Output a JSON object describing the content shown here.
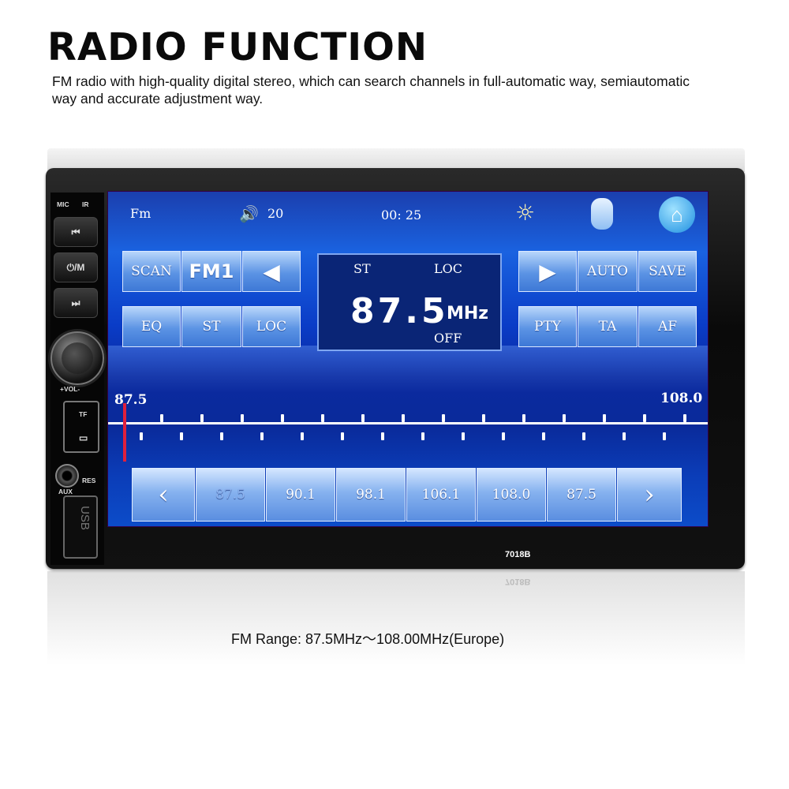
{
  "header": {
    "title": "RADIO FUNCTION",
    "description": "FM radio with high-quality digital stereo, which can search channels in full-automatic way, semiautomatic way and accurate adjustment way."
  },
  "device": {
    "model": "7018B",
    "labels": {
      "mic": "MIC",
      "ir": "IR",
      "vol": "+VOL-",
      "tf": "TF",
      "aux": "AUX",
      "res": "RES",
      "usb": "USB"
    },
    "hw_buttons": {
      "prev": "⏮",
      "power": "⏻/M",
      "next": "⏭"
    }
  },
  "screen": {
    "status_bar": {
      "source": "Fm",
      "volume": "20",
      "time": "00: 25"
    },
    "left_buttons_row1": {
      "scan": "SCAN",
      "band": "FM1"
    },
    "left_buttons_row2": [
      "EQ",
      "ST",
      "LOC"
    ],
    "right_buttons_row1": {
      "auto": "AUTO",
      "save": "SAVE"
    },
    "right_buttons_row2": [
      "PTY",
      "TA",
      "AF"
    ],
    "display": {
      "st": "ST",
      "loc": "LOC",
      "frequency": "87.5",
      "unit": "MHz",
      "status": "OFF"
    },
    "tuner": {
      "min_label": "87.5",
      "max_label": "108.0",
      "needle_position": 0
    },
    "presets": [
      "87.5",
      "90.1",
      "98.1",
      "106.1",
      "108.0",
      "87.5"
    ]
  },
  "footer": {
    "caption": "FM Range: 87.5MHz～108.00MHz(Europe)"
  },
  "colors": {
    "accent": "#1a62e0",
    "preset_active_text": "#8fb3ee",
    "needle": "#e0203c"
  }
}
